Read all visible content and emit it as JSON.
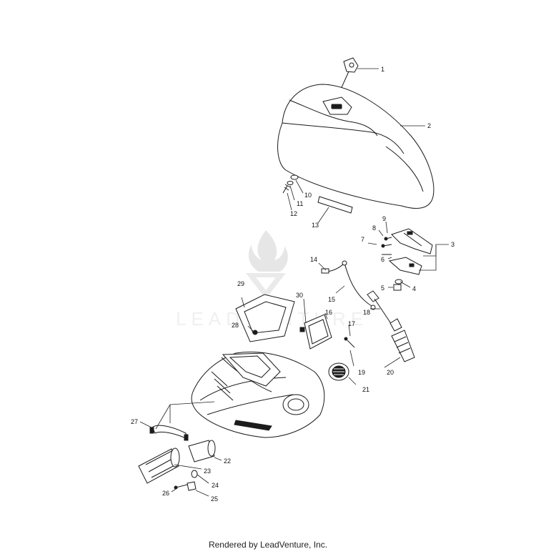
{
  "watermark": {
    "brand": "LEADVENTURE"
  },
  "footer": {
    "text": "Rendered by LeadVenture, Inc."
  },
  "callouts": [
    {
      "id": "1",
      "label": "1"
    },
    {
      "id": "2",
      "label": "2"
    },
    {
      "id": "3",
      "label": "3"
    },
    {
      "id": "4",
      "label": "4"
    },
    {
      "id": "5",
      "label": "5"
    },
    {
      "id": "6",
      "label": "6"
    },
    {
      "id": "7",
      "label": "7"
    },
    {
      "id": "8",
      "label": "8"
    },
    {
      "id": "9",
      "label": "9"
    },
    {
      "id": "10",
      "label": "10"
    },
    {
      "id": "11",
      "label": "11"
    },
    {
      "id": "12",
      "label": "12"
    },
    {
      "id": "13",
      "label": "13"
    },
    {
      "id": "14",
      "label": "14"
    },
    {
      "id": "15",
      "label": "15"
    },
    {
      "id": "16",
      "label": "16"
    },
    {
      "id": "17",
      "label": "17"
    },
    {
      "id": "18",
      "label": "18"
    },
    {
      "id": "19",
      "label": "19"
    },
    {
      "id": "20",
      "label": "20"
    },
    {
      "id": "21",
      "label": "21"
    },
    {
      "id": "22",
      "label": "22"
    },
    {
      "id": "23",
      "label": "23"
    },
    {
      "id": "24",
      "label": "24"
    },
    {
      "id": "25",
      "label": "25"
    },
    {
      "id": "26",
      "label": "26"
    },
    {
      "id": "27",
      "label": "27"
    },
    {
      "id": "28",
      "label": "28"
    },
    {
      "id": "29",
      "label": "29"
    },
    {
      "id": "30",
      "label": "30"
    }
  ]
}
